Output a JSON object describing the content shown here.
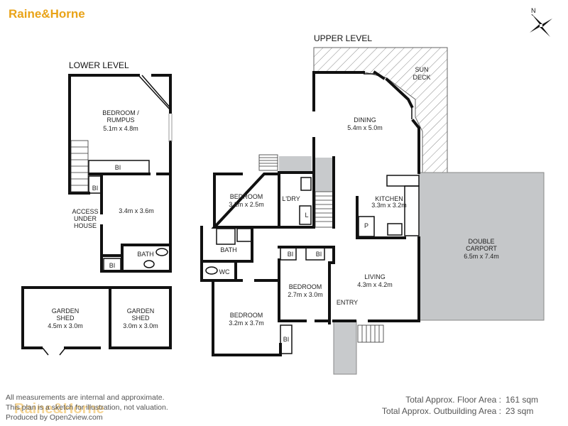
{
  "brand": {
    "logo_text": "Raine&Horne",
    "watermark_text": "Raine&Horne"
  },
  "levels": {
    "lower": "LOWER LEVEL",
    "upper": "UPPER LEVEL"
  },
  "compass": {
    "label": "N"
  },
  "rooms": {
    "bedroom_rumpus": {
      "name_line1": "BEDROOM /",
      "name_line2": "RUMPUS",
      "size": "5.1m x 4.8m"
    },
    "lower_room": {
      "size": "3.4m x 3.6m"
    },
    "access": {
      "line1": "ACCESS",
      "line2": "UNDER",
      "line3": "HOUSE"
    },
    "lower_bath": {
      "name": "BATH"
    },
    "garden_shed_1": {
      "name_line1": "GARDEN",
      "name_line2": "SHED",
      "size": "4.5m x 3.0m"
    },
    "garden_shed_2": {
      "name_line1": "GARDEN",
      "name_line2": "SHED",
      "size": "3.0m x 3.0m"
    },
    "sun_deck": {
      "line1": "SUN",
      "line2": "DECK"
    },
    "dining": {
      "name": "DINING",
      "size": "5.4m x 5.0m"
    },
    "bedroom_a": {
      "name": "BEDROOM",
      "size": "3.2m x 2.5m"
    },
    "laundry": {
      "name": "L'DRY",
      "cupboard": "L"
    },
    "kitchen": {
      "name": "KITCHEN",
      "size": "3.3m x 3.2m",
      "pantry": "P"
    },
    "carport": {
      "name": "DOUBLE",
      "name_line2": "CARPORT",
      "size": "6.5m x 7.4m"
    },
    "upper_bath": {
      "name": "BATH"
    },
    "wc": {
      "name": "WC"
    },
    "bedroom_b": {
      "name": "BEDROOM",
      "size": "2.7m x 3.0m"
    },
    "living": {
      "name": "LIVING",
      "size": "4.3m x 4.2m"
    },
    "entry": {
      "name": "ENTRY"
    },
    "bedroom_c": {
      "name": "BEDROOM",
      "size": "3.2m x 3.7m"
    }
  },
  "built_ins": {
    "label": "BI"
  },
  "footer": {
    "line1": "All measurements are internal and approximate.",
    "line2": "This plan is a sketch for illustration, not valuation.",
    "line3": "Produced by Open2view.com"
  },
  "totals": {
    "floor_label": "Total Approx. Floor Area :",
    "floor_value": "161 sqm",
    "outbuilding_label": "Total Approx. Outbuilding Area :",
    "outbuilding_value": "23 sqm"
  },
  "colors": {
    "brand": "#e9a318",
    "carport": "#c5c7c9",
    "stairs_shade": "#c8cacc",
    "deck_hatch": "#888888"
  }
}
